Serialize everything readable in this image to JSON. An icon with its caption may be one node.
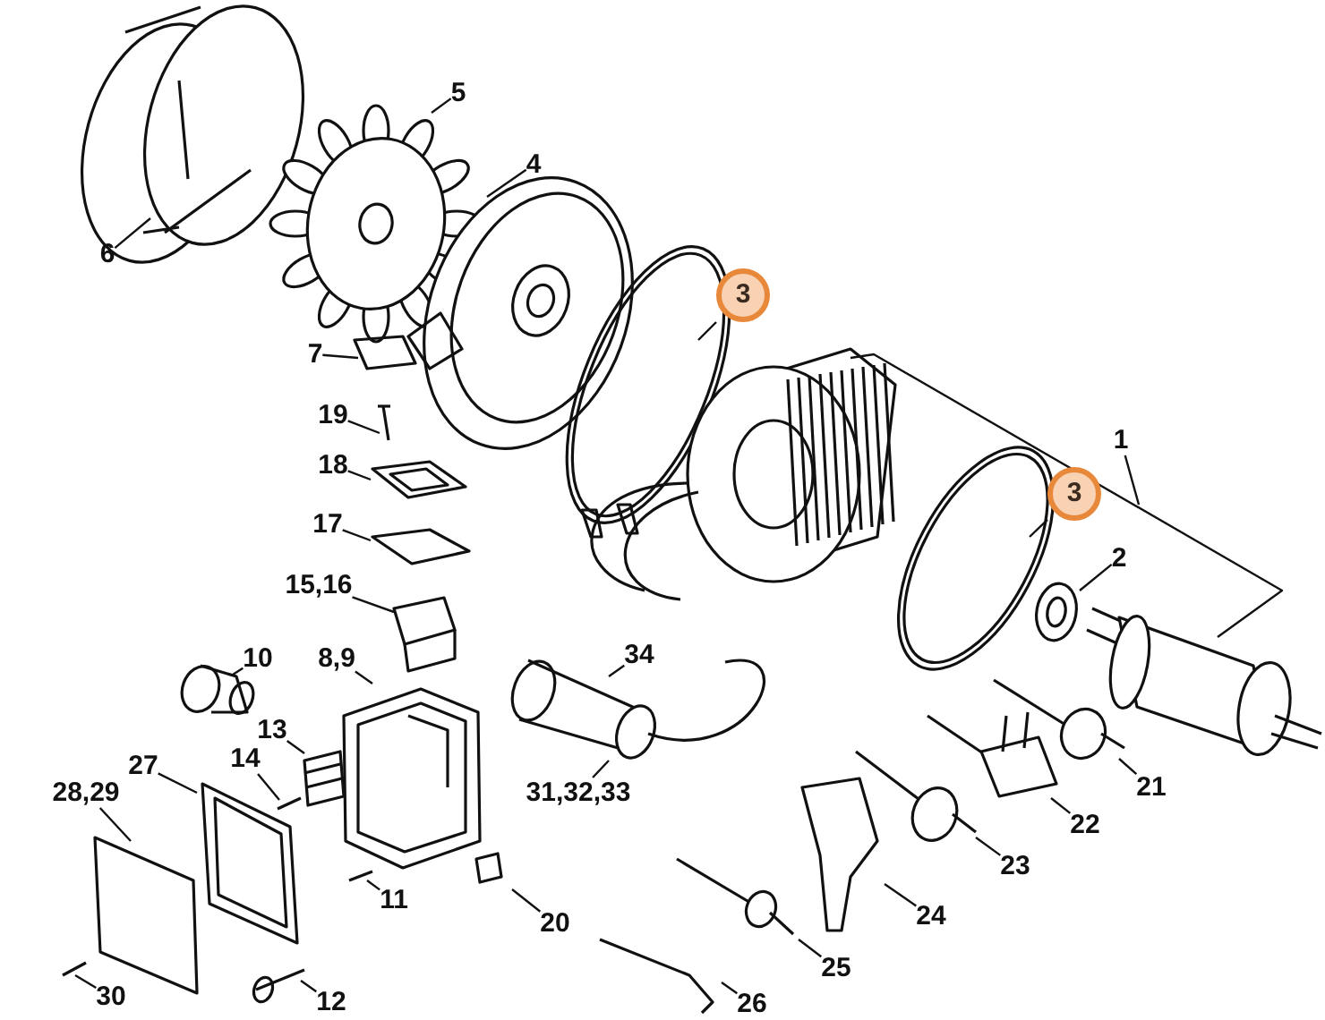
{
  "diagram": {
    "nodes": [
      {
        "text": [
          "1"
        ]
      },
      {
        "text": [
          "2"
        ]
      },
      {
        "text": [
          "3"
        ]
      },
      {
        "text": [
          "3"
        ]
      },
      {
        "text": [
          "4"
        ]
      },
      {
        "text": [
          "5"
        ]
      },
      {
        "text": [
          "6"
        ]
      },
      {
        "text": [
          "7"
        ]
      },
      {
        "text": [
          "19"
        ]
      },
      {
        "text": [
          "18"
        ]
      },
      {
        "text": [
          "17"
        ]
      },
      {
        "text": [
          "15,16"
        ]
      },
      {
        "text": [
          "10"
        ]
      },
      {
        "text": [
          "8,9"
        ]
      },
      {
        "text": [
          "13"
        ]
      },
      {
        "text": [
          "14"
        ]
      },
      {
        "text": [
          "27"
        ]
      },
      {
        "text": [
          "28,29"
        ]
      },
      {
        "text": [
          "11"
        ]
      },
      {
        "text": [
          "20"
        ]
      },
      {
        "text": [
          "30"
        ]
      },
      {
        "text": [
          "12"
        ]
      },
      {
        "text": [
          "34"
        ]
      },
      {
        "text": [
          "31,32,33"
        ]
      },
      {
        "text": [
          "21"
        ]
      },
      {
        "text": [
          "22"
        ]
      },
      {
        "text": [
          "23"
        ]
      },
      {
        "text": [
          "24"
        ]
      },
      {
        "text": [
          "25"
        ]
      },
      {
        "text": [
          "26"
        ]
      }
    ],
    "edges": [
      {
        "from": 0,
        "to": null,
        "arrow": "none"
      },
      {
        "from": 1,
        "to": null,
        "arrow": "none"
      },
      {
        "from": 2,
        "to": null,
        "arrow": "none"
      },
      {
        "from": 3,
        "to": null,
        "arrow": "none"
      },
      {
        "from": 4,
        "to": null,
        "arrow": "none"
      },
      {
        "from": 5,
        "to": null,
        "arrow": "none"
      },
      {
        "from": 6,
        "to": null,
        "arrow": "none"
      },
      {
        "from": 7,
        "to": null,
        "arrow": "none"
      },
      {
        "from": 8,
        "to": null,
        "arrow": "none"
      },
      {
        "from": 9,
        "to": null,
        "arrow": "none"
      },
      {
        "from": 10,
        "to": null,
        "arrow": "none"
      },
      {
        "from": 11,
        "to": null,
        "arrow": "none"
      },
      {
        "from": 12,
        "to": null,
        "arrow": "none"
      },
      {
        "from": 13,
        "to": null,
        "arrow": "none"
      },
      {
        "from": 14,
        "to": null,
        "arrow": "none"
      },
      {
        "from": 15,
        "to": null,
        "arrow": "none"
      },
      {
        "from": 16,
        "to": null,
        "arrow": "none"
      },
      {
        "from": 17,
        "to": null,
        "arrow": "none"
      },
      {
        "from": 18,
        "to": null,
        "arrow": "none"
      },
      {
        "from": 19,
        "to": null,
        "arrow": "none"
      },
      {
        "from": 20,
        "to": null,
        "arrow": "none"
      },
      {
        "from": 21,
        "to": null,
        "arrow": "none"
      },
      {
        "from": 22,
        "to": null,
        "arrow": "none"
      },
      {
        "from": 23,
        "to": null,
        "arrow": "none"
      },
      {
        "from": 24,
        "to": null,
        "arrow": "none"
      },
      {
        "from": 25,
        "to": null,
        "arrow": "none"
      },
      {
        "from": 26,
        "to": null,
        "arrow": "none"
      },
      {
        "from": 27,
        "to": null,
        "arrow": "none"
      },
      {
        "from": 28,
        "to": null,
        "arrow": "none"
      },
      {
        "from": 29,
        "to": null,
        "arrow": "none"
      }
    ]
  }
}
